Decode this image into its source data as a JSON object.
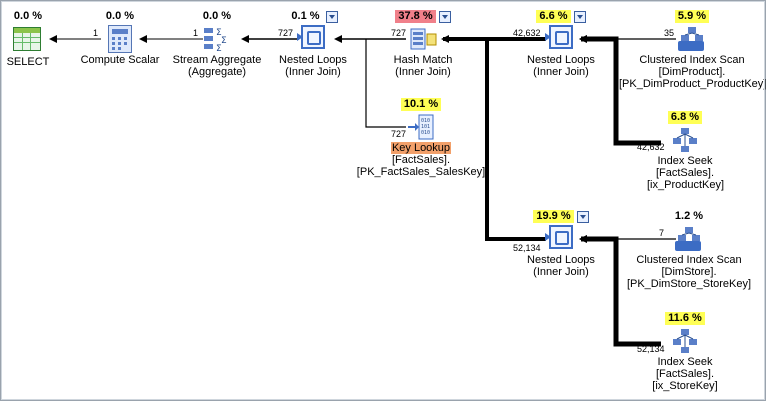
{
  "nodes": {
    "select": {
      "pct": "0.0 %",
      "label1": "SELECT",
      "label2": ""
    },
    "scalar": {
      "pct": "0.0 %",
      "label1": "Compute Scalar",
      "label2": ""
    },
    "agg": {
      "pct": "0.0 %",
      "label1": "Stream Aggregate",
      "label2": "(Aggregate)"
    },
    "nl1": {
      "pct": "0.1 %",
      "label1": "Nested Loops",
      "label2": "(Inner Join)"
    },
    "hash": {
      "pct": "37.8 %",
      "label1": "Hash Match",
      "label2": "(Inner Join)"
    },
    "nl2": {
      "pct": "6.6 %",
      "label1": "Nested Loops",
      "label2": "(Inner Join)"
    },
    "cis1": {
      "pct": "5.9 %",
      "label1": "Clustered Index Scan",
      "label2": "[DimProduct].",
      "label3": "[PK_DimProduct_ProductKey]"
    },
    "keylookup": {
      "pct": "10.1 %",
      "label1": "Key Lookup",
      "label2": "[FactSales].",
      "label3": "[PK_FactSales_SalesKey]"
    },
    "seek1": {
      "pct": "6.8 %",
      "label1": "Index Seek",
      "label2": "[FactSales].",
      "label3": "[ix_ProductKey]"
    },
    "nl3": {
      "pct": "19.9 %",
      "label1": "Nested Loops",
      "label2": "(Inner Join)"
    },
    "cis2": {
      "pct": "1.2 %",
      "label1": "Clustered Index Scan",
      "label2": "[DimStore].",
      "label3": "[PK_DimStore_StoreKey]"
    },
    "seek2": {
      "pct": "11.6 %",
      "label1": "Index Seek",
      "label2": "[FactSales].",
      "label3": "[ix_StoreKey]"
    }
  },
  "counts": {
    "scalar_select": "1",
    "agg_scalar": "1",
    "nl1_agg": "727",
    "hash_nl1": "727",
    "nl2_hash": "42,632",
    "cis1_nl2": "35",
    "keylookup_nl1": "727",
    "seek1_nl2": "42,632",
    "nl3_hash": "52,134",
    "cis2_nl3": "7",
    "seek2_nl3": "52,134"
  },
  "colors": {
    "pct_highlight": "#ffff55",
    "pct_hot": "#f0808a",
    "key_lookup_highlight": "#f2a06a",
    "edge": "#000000"
  },
  "icons": {
    "select": "result-grid-icon",
    "scalar": "calculator-icon",
    "agg": "stream-aggregate-icon",
    "nested_loops": "nested-loops-icon",
    "hash_match": "hash-match-icon",
    "clustered_index_scan": "clustered-index-scan-icon",
    "index_seek": "index-seek-icon",
    "key_lookup": "key-lookup-icon"
  }
}
